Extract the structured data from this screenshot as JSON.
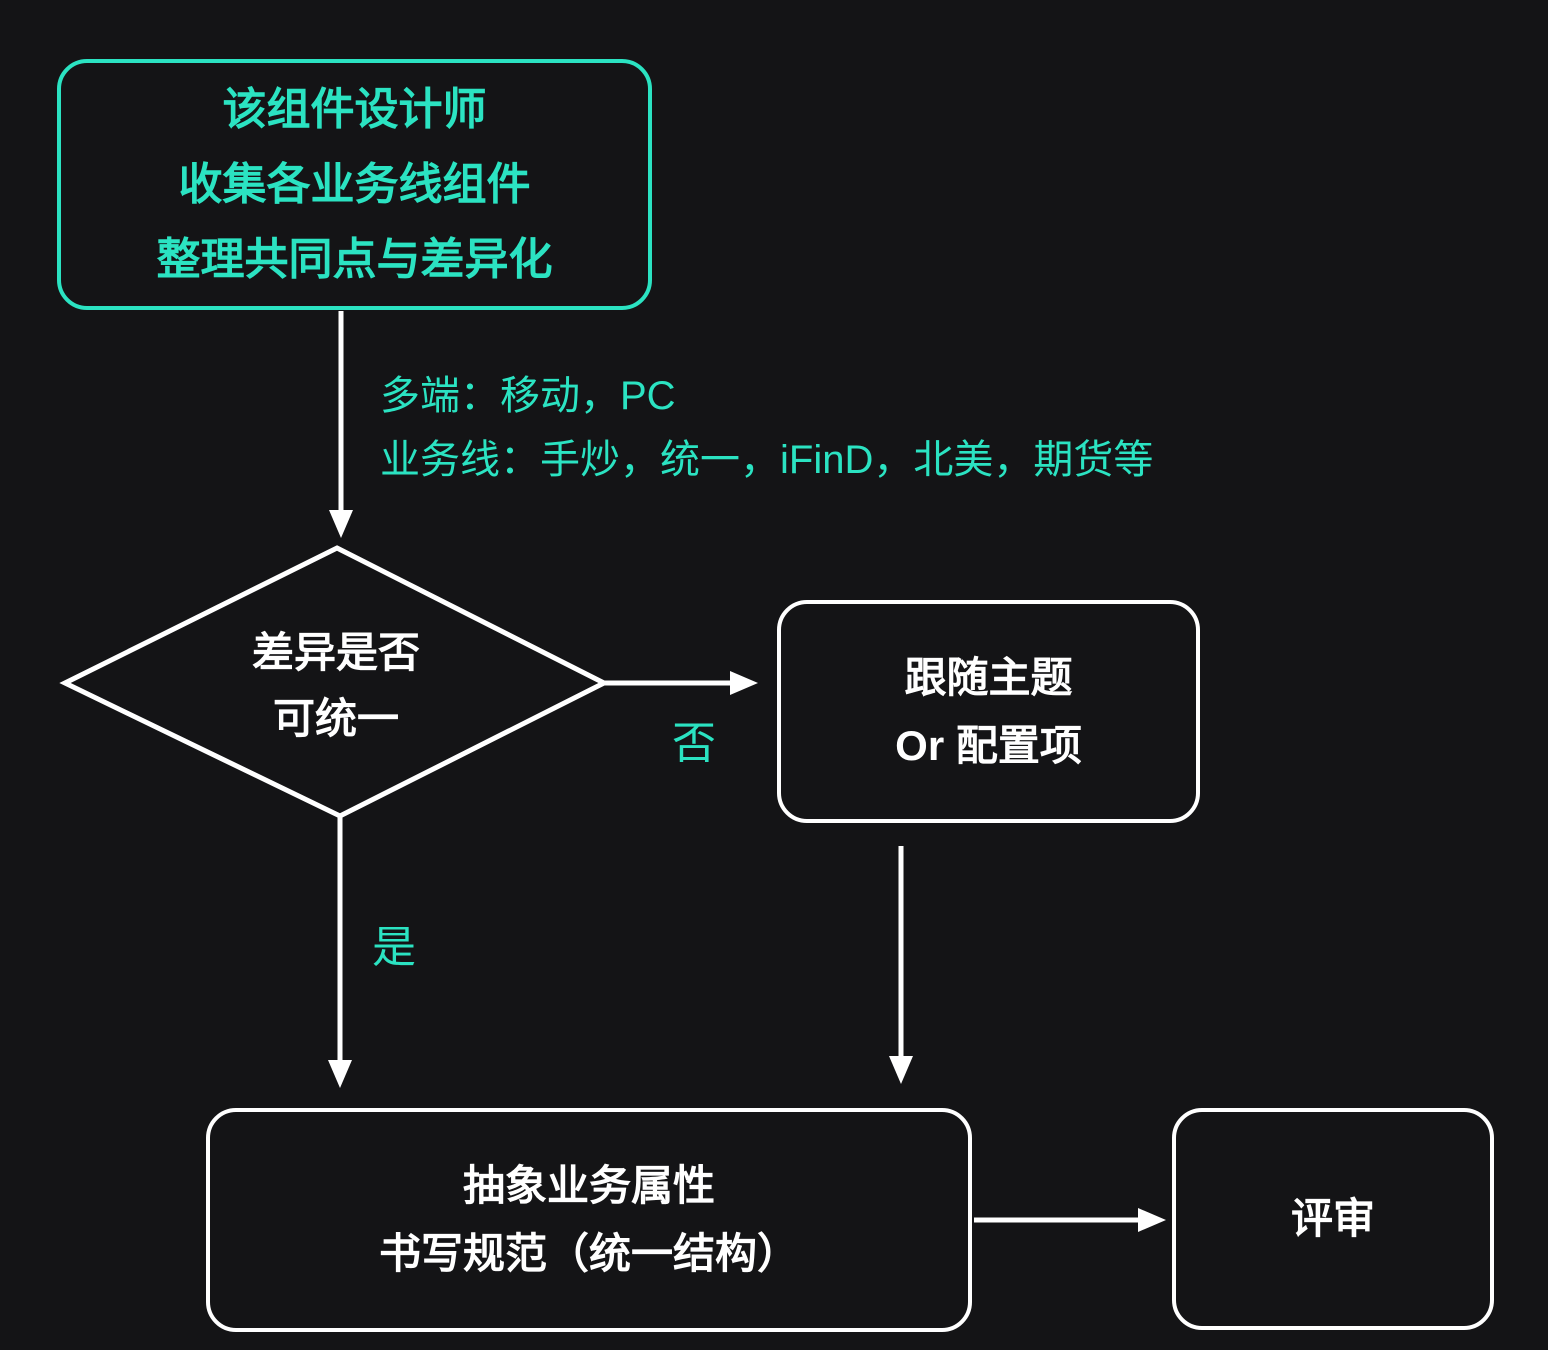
{
  "colors": {
    "background": "#141416",
    "accent_teal": "#2be3c2",
    "line_white": "#ffffff"
  },
  "nodes": {
    "collect": {
      "label": "该组件设计师\n收集各业务线组件\n整理共同点与差异化"
    },
    "decision": {
      "label": "差异是否\n可统一"
    },
    "theme": {
      "label": "跟随主题\nOr 配置项"
    },
    "abstract": {
      "label": "抽象业务属性\n书写规范（统一结构）"
    },
    "review": {
      "label": "评审"
    }
  },
  "branches": {
    "no": {
      "label": "否"
    },
    "yes": {
      "label": "是"
    }
  },
  "annotation": {
    "text": "多端：移动，PC\n业务线：手炒，统一，iFinD，北美，期货等"
  }
}
